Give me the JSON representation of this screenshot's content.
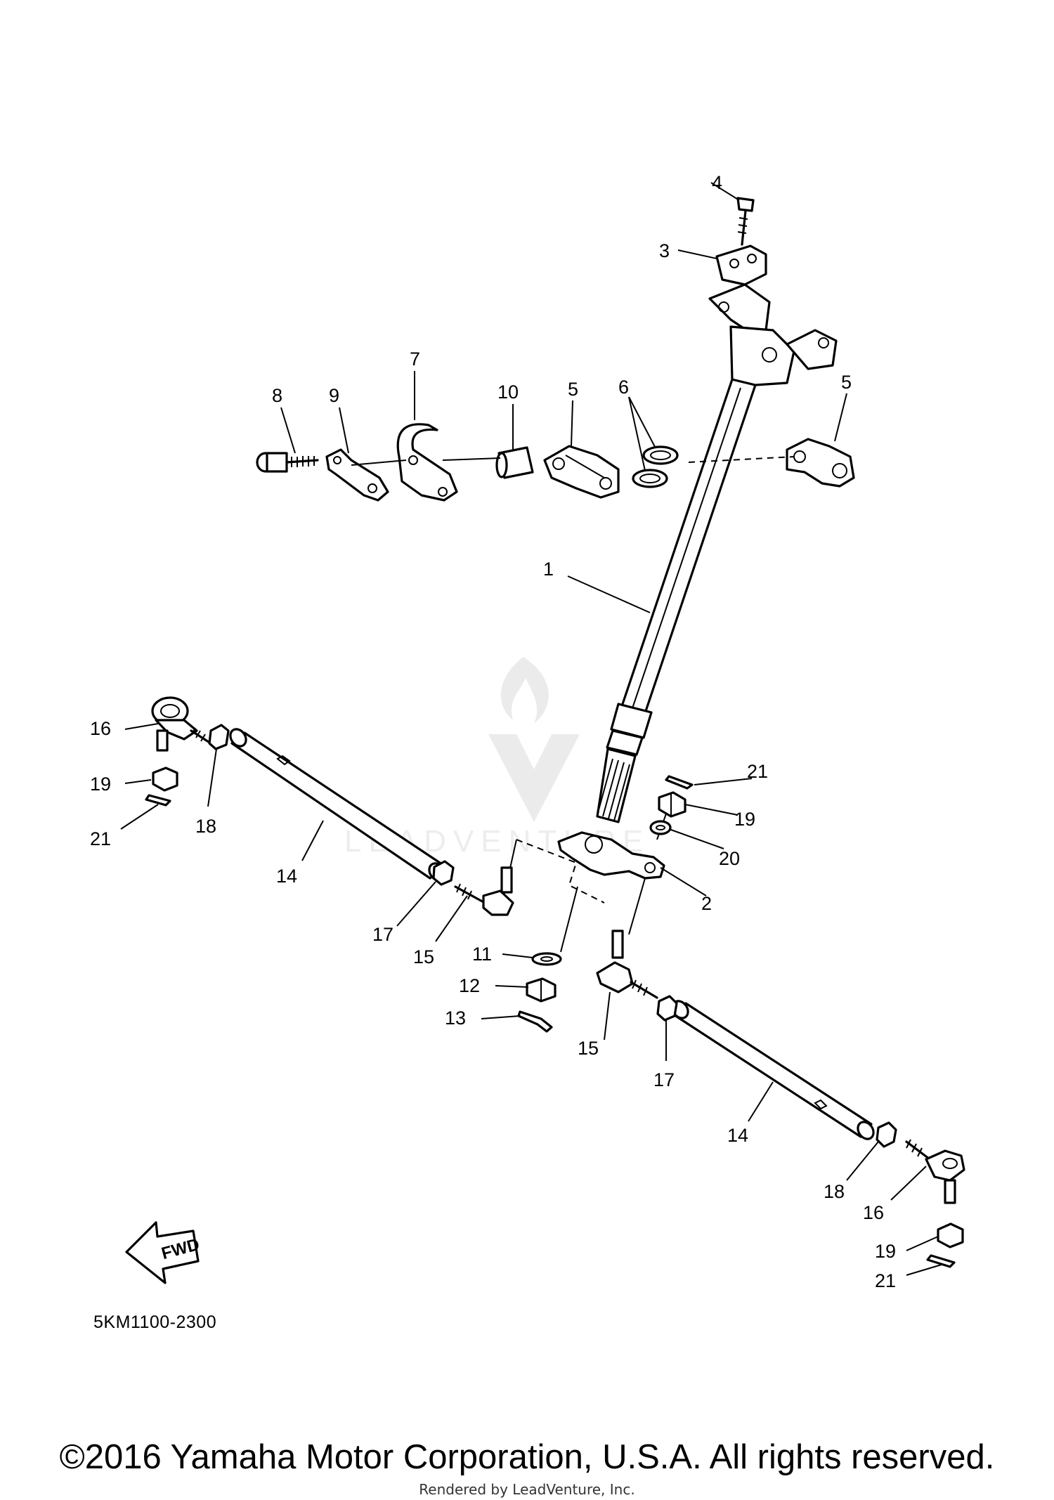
{
  "diagram": {
    "code": "5KM1100-2300",
    "copyright": "©2016 Yamaha Motor Corporation, U.S.A. All rights reserved.",
    "rendered_by": "Rendered by LeadVenture, Inc.",
    "watermark": {
      "brand": "LEADVENTURE",
      "icon": "flame-v-logo"
    },
    "fwd_arrow": {
      "label": "FWD",
      "icon": "forward-arrow-icon"
    },
    "callouts": [
      "1",
      "2",
      "3",
      "4",
      "5",
      "5",
      "6",
      "7",
      "8",
      "9",
      "10",
      "11",
      "12",
      "13",
      "14",
      "14",
      "15",
      "15",
      "16",
      "16",
      "17",
      "17",
      "18",
      "18",
      "19",
      "19",
      "19",
      "20",
      "21",
      "21",
      "21"
    ]
  }
}
